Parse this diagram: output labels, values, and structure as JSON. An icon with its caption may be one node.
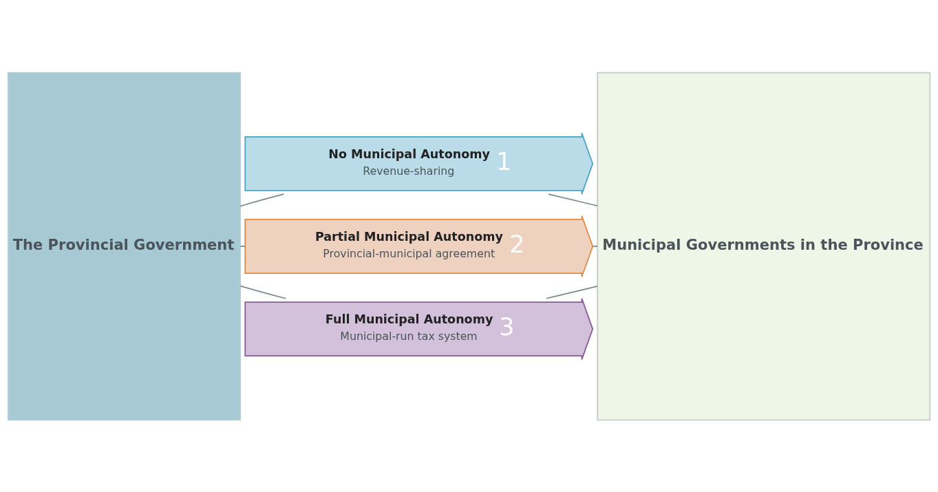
{
  "diagram": {
    "nodes": [
      {
        "text": [
          "The Provincial Government"
        ]
      },
      {
        "text": [
          "Municipal Governments in the Province"
        ]
      },
      {
        "text": [
          "No Municipal Autonomy",
          "Revenue-sharing",
          "1"
        ]
      },
      {
        "text": [
          "Partial Municipal Autonomy",
          "Provincial-municipal agreement",
          "2"
        ]
      },
      {
        "text": [
          "Full Municipal Autonomy",
          "Municipal-run tax system",
          "3"
        ]
      }
    ],
    "edges": [
      {
        "from": 0,
        "to": 2,
        "arrow": "none"
      },
      {
        "from": 2,
        "to": 1,
        "arrow": "none"
      },
      {
        "from": 0,
        "to": 3,
        "arrow": "none"
      },
      {
        "from": 3,
        "to": 1,
        "arrow": "none"
      },
      {
        "from": 0,
        "to": 4,
        "arrow": "none"
      },
      {
        "from": 4,
        "to": 1,
        "arrow": "none"
      }
    ]
  }
}
